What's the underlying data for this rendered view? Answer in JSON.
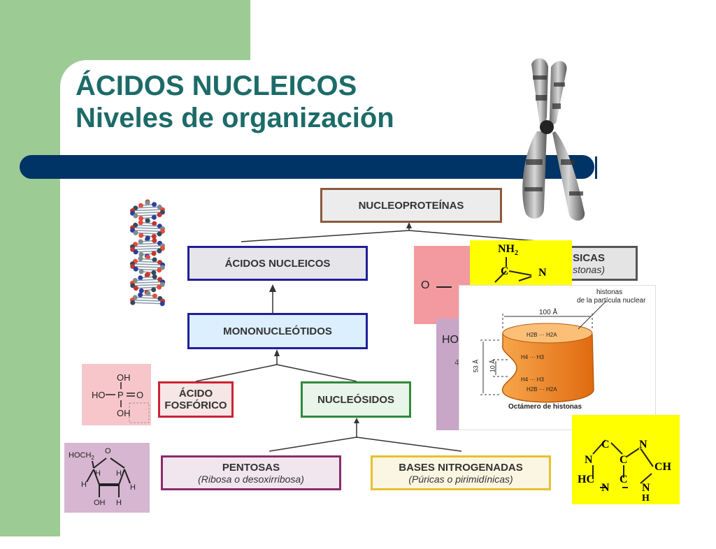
{
  "title": {
    "line1": "ÁCIDOS NUCLEICOS",
    "line2": "Niveles de organización"
  },
  "colors": {
    "green_block": "#9ccb94",
    "title": "#1c6b68",
    "bar": "#003366",
    "box_brown": "#8b5a3c",
    "box_blue": "#1f1f9a",
    "box_red": "#cc2233",
    "box_green": "#2e8b3a",
    "box_purple": "#8a2c6b",
    "box_yellow": "#e8c030"
  },
  "diagram": {
    "nucleoproteinas": "NUCLEOPROTEÍNAS",
    "acidos_nucleicos": "ÁCIDOS NUCLEICOS",
    "mononucleotidos": "MONONUCLEÓTIDOS",
    "acido_fosforico": [
      "ÁCIDO",
      "FOSFÓRICO"
    ],
    "nucleosidos": "NUCLEÓSIDOS",
    "pentosas": "PENTOSAS",
    "pentosas_sub": "(Ribosa o desoxirribosa)",
    "bases": "BASES NITROGENADAS",
    "bases_sub": "(Púricas o pirimidínicas)",
    "proteinas_partial": "SICAS",
    "proteinas_sub_partial": "stonas)"
  },
  "phosphoric": {
    "oh_top": "OH",
    "ho": "HO",
    "p": "P",
    "o": "O",
    "oh_bottom": "OH"
  },
  "ribose": {
    "hoch2": "HOCH",
    "sub2": "2",
    "o": "O",
    "h": "H",
    "oh": "OH"
  },
  "histone": {
    "label_histonas": "histonas",
    "label_particula": "de la partícula nuclear",
    "dim_100": "100 Å",
    "dim_53": "53 Å",
    "dim_10": "10 Å",
    "h2b_h2a_top": "H2B ··· H2A",
    "h4_h3_1": "H4 ··· H3",
    "h4_h3_2": "H4 ··· H3",
    "h2b_h2a_bottom": "H2B ··· H2A",
    "caption": "Octámero de histonas"
  },
  "adenine_partial": {
    "nh2": "NH",
    "sub2": "2",
    "c": "C",
    "n": "N"
  },
  "purine": {
    "c": "C",
    "n": "N",
    "ch": "CH",
    "hc": "HC",
    "nh_n": "N",
    "nh_h": "H"
  },
  "phosphate_fragment": {
    "o_minus": "O",
    "ho": "HO",
    "frag": "4"
  }
}
